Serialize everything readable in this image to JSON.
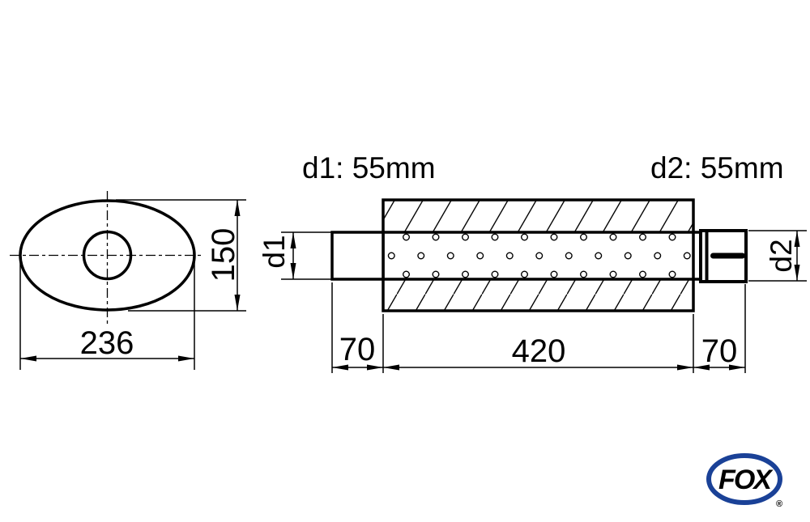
{
  "front_view": {
    "width_dim": "236",
    "height_dim": "150"
  },
  "side_view": {
    "d1_spec": "d1: 55mm",
    "d2_spec": "d2: 55mm",
    "d1_label": "d1",
    "d2_label": "d2",
    "inlet_length": "70",
    "body_length": "420",
    "outlet_length": "70"
  },
  "logo": {
    "text": "FOX",
    "registered": "®",
    "color": "#1a4197"
  },
  "colors": {
    "line": "#000000",
    "background": "#ffffff"
  }
}
